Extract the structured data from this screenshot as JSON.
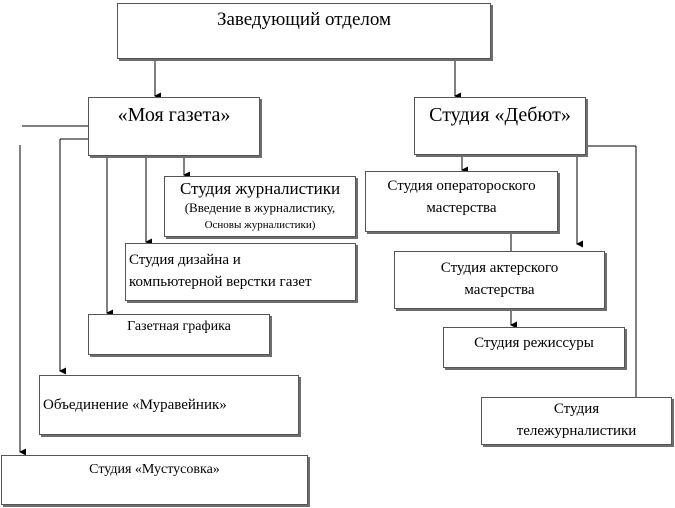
{
  "nodes": {
    "head": {
      "label": "Заведующий отделом"
    },
    "gazeta": {
      "label": "«Моя газета»"
    },
    "debut": {
      "label": "Студия «Дебют»"
    },
    "journalism": {
      "title": "Студия журналистики",
      "detail_1": "(Введение в журналистику,",
      "detail_2": "Основы журналистики)"
    },
    "design": {
      "line_1": "Студия дизайна и",
      "line_2": "компьютерной верстки газет"
    },
    "graphics": {
      "label": "Газетная графика"
    },
    "muraveinik": {
      "label": "Объединение «Муравейник»"
    },
    "mustusovka": {
      "label": "Студия «Мустусовка»"
    },
    "operator": {
      "line_1": "Студия оператороского",
      "line_2": "мастерства"
    },
    "actor": {
      "line_1": "Студия актерского",
      "line_2": "мастерства"
    },
    "director": {
      "label": "Студия режиссуры"
    },
    "tv": {
      "line_1": "Студия",
      "line_2": "тележурналистики"
    }
  }
}
